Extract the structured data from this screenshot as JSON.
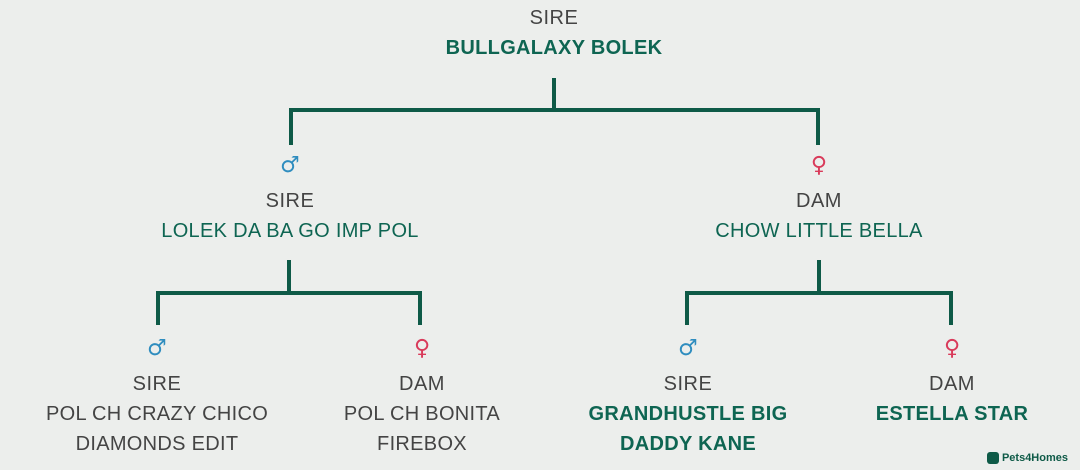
{
  "root": {
    "role": "SIRE",
    "name": "BULLGALAXY BOLEK"
  },
  "sire": {
    "symbol": "♂",
    "role": "SIRE",
    "name": "LOLEK DA BA GO IMP POL",
    "sire": {
      "symbol": "♂",
      "role": "SIRE",
      "name_lines": [
        "POL CH CRAZY CHICO",
        "DIAMONDS EDIT"
      ]
    },
    "dam": {
      "symbol": "♀",
      "role": "DAM",
      "name_lines": [
        "POL CH BONITA",
        "FIREBOX"
      ]
    }
  },
  "dam": {
    "symbol": "♀",
    "role": "DAM",
    "name": "CHOW LITTLE BELLA",
    "sire": {
      "symbol": "♂",
      "role": "SIRE",
      "name_lines": [
        "GRANDHUSTLE BIG",
        "DADDY KANE"
      ]
    },
    "dam": {
      "symbol": "♀",
      "role": "DAM",
      "name_lines": [
        "ESTELLA STAR"
      ]
    }
  },
  "brand": {
    "text": "Pets4Homes"
  },
  "colors": {
    "line": "#0e5a47",
    "name_green": "#0e6552",
    "male": "#2f8dbf",
    "female": "#d93a5a",
    "text": "#444444",
    "background": "#eceeec"
  }
}
